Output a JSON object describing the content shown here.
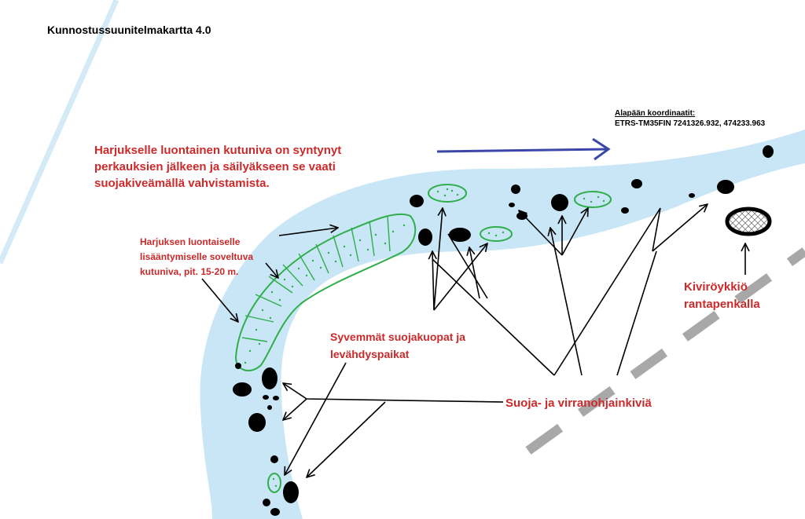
{
  "title": "Kunnostussuunitelmakartta 4.0",
  "coordinates": {
    "heading": "Alapään koordinaatit:",
    "value": "ETRS-TM35FIN 7241326.932, 474233.963"
  },
  "labels": {
    "riffle_note": [
      "Harjukselle luontainen kutuniva on syntynyt",
      "perkauksien jälkeen ja säilyäkseen se vaati",
      "suojakiveämällä vahvistamista."
    ],
    "spawning_note": [
      "Harjuksen luontaiselle",
      "lisääntymiselle soveltuva",
      "kutuniva, pit. 15-20 m."
    ],
    "pools_note": [
      "Syvemmät suojakuopat ja",
      "levähdyspaikat"
    ],
    "stones_note": "Suoja- ja virranohjainkiviä",
    "pile_note": [
      "Kiviröykkiö",
      "rantapenkalla"
    ]
  },
  "colors": {
    "river": "#c8e6f6",
    "spawning_area": "#2fae4a",
    "annotation_text": "#cc2a2a",
    "flow_arrow": "#3a46a8",
    "stones": "#000000",
    "road": "#a8a8a8",
    "faint_line": "#d4ebf7"
  },
  "icons": {
    "flow_direction": "flow-arrow-icon",
    "stone": "stone-icon",
    "pool": "pool-icon",
    "stone_pile": "stone-pile-icon"
  }
}
